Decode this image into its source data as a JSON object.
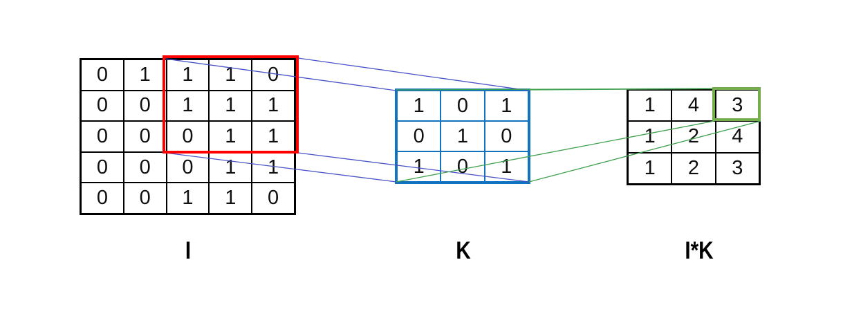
{
  "input_matrix": {
    "label": "I",
    "rows": [
      [
        "0",
        "1",
        "1",
        "1",
        "0"
      ],
      [
        "0",
        "0",
        "1",
        "1",
        "1"
      ],
      [
        "0",
        "0",
        "0",
        "1",
        "1"
      ],
      [
        "0",
        "0",
        "0",
        "1",
        "1"
      ],
      [
        "0",
        "0",
        "1",
        "1",
        "0"
      ]
    ]
  },
  "kernel_matrix": {
    "label": "K",
    "rows": [
      [
        "1",
        "0",
        "1"
      ],
      [
        "0",
        "1",
        "0"
      ],
      [
        "1",
        "0",
        "1"
      ]
    ]
  },
  "output_matrix": {
    "label": "I*K",
    "rows": [
      [
        "1",
        "4",
        "3"
      ],
      [
        "1",
        "2",
        "4"
      ],
      [
        "1",
        "2",
        "3"
      ]
    ]
  },
  "highlights": {
    "input_region": {
      "rows": "1-3",
      "cols": "3-5",
      "color": "#fe0000"
    },
    "output_cell": {
      "row": 1,
      "col": 3,
      "value": "3",
      "color": "#74ad4c"
    }
  },
  "colors": {
    "kernel_border": "#1272be",
    "blue_connector": "#4953c8",
    "green_connector": "#3fa14e",
    "grid_border": "#000000"
  }
}
